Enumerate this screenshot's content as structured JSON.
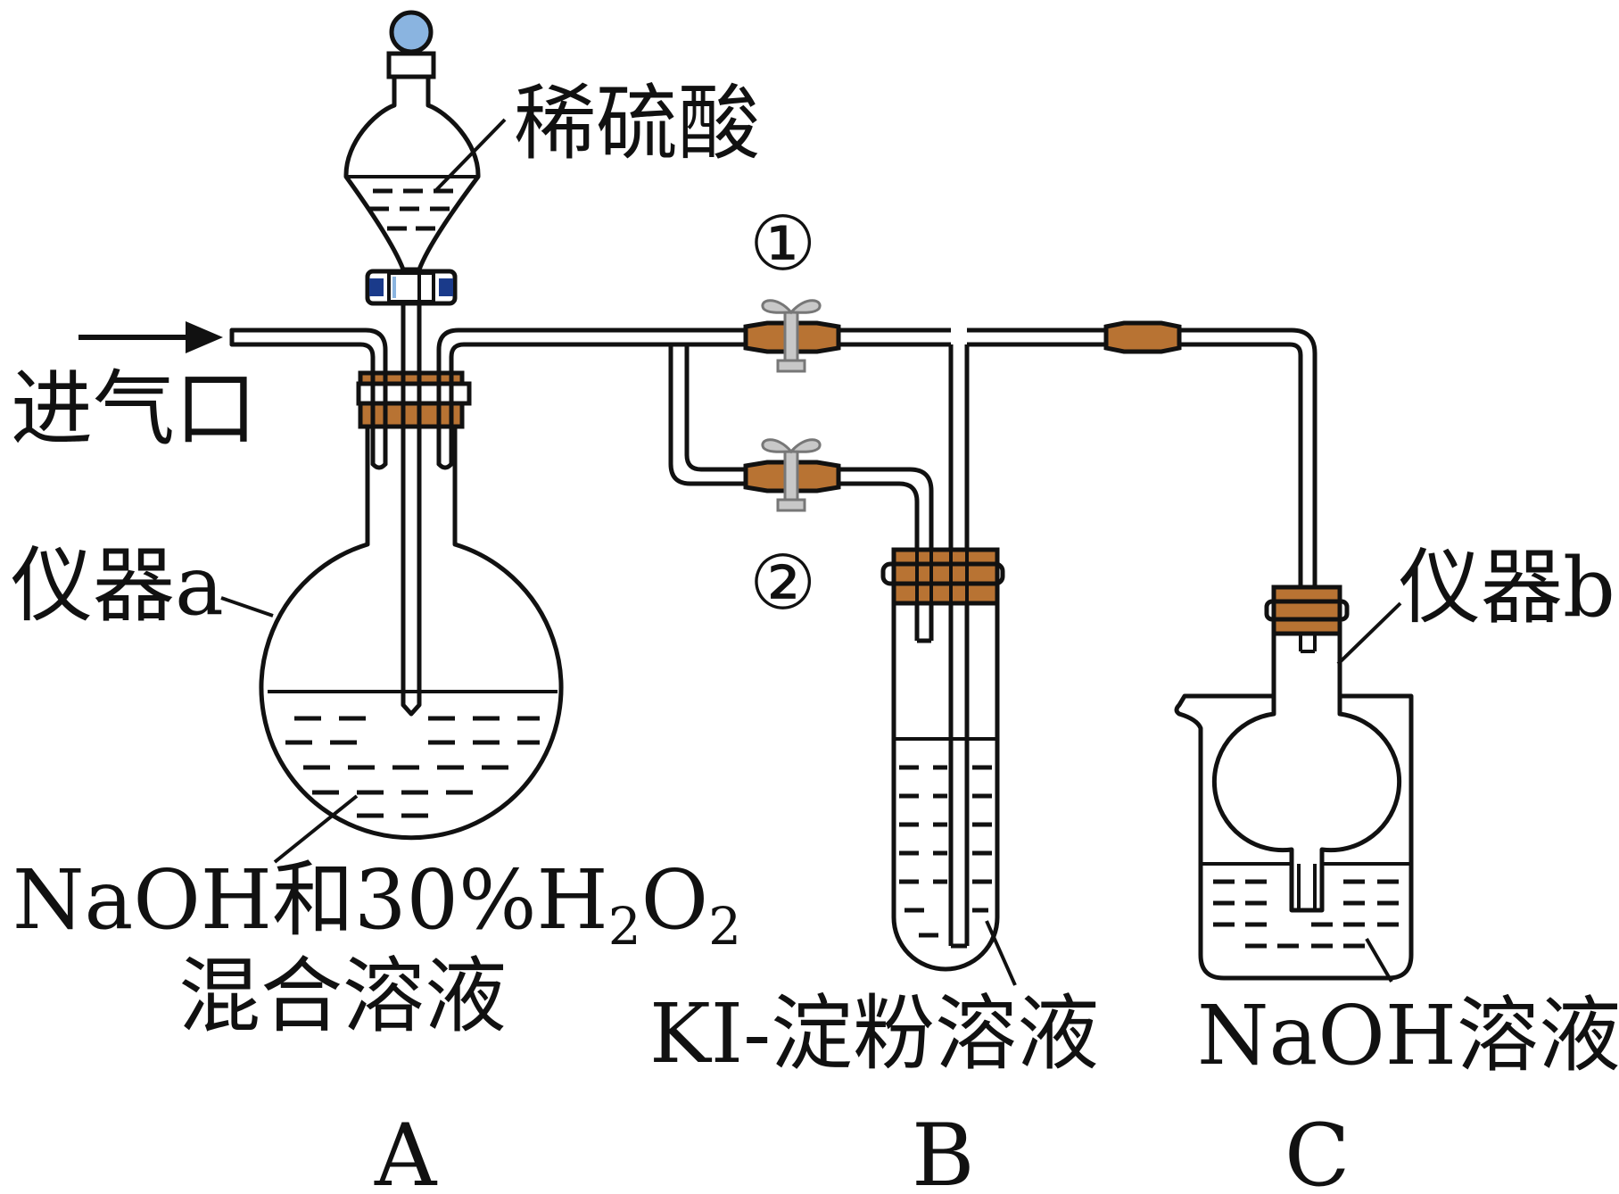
{
  "labels": {
    "inlet": "进气口",
    "dilute_acid": "稀硫酸",
    "instrument_a": "仪器a",
    "instrument_b": "仪器b",
    "mix_solution_part1": "NaOH和30%H",
    "mix_solution_sub1": "2",
    "mix_solution_part2": "O",
    "mix_solution_sub2": "2",
    "mix_solution_line2": "混合溶液",
    "ki_starch": "KI-淀粉溶液",
    "naoh_solution": "NaOH溶液",
    "clamp_1": "①",
    "clamp_2": "②"
  },
  "apparatus": {
    "A": "A",
    "B": "B",
    "C": "C"
  },
  "colors": {
    "stopper": "#b87333",
    "stopcock_knob": "#8ab4e0",
    "valve_blue": "#1a3a8a",
    "clamp_gray": "#b8b8b8"
  }
}
